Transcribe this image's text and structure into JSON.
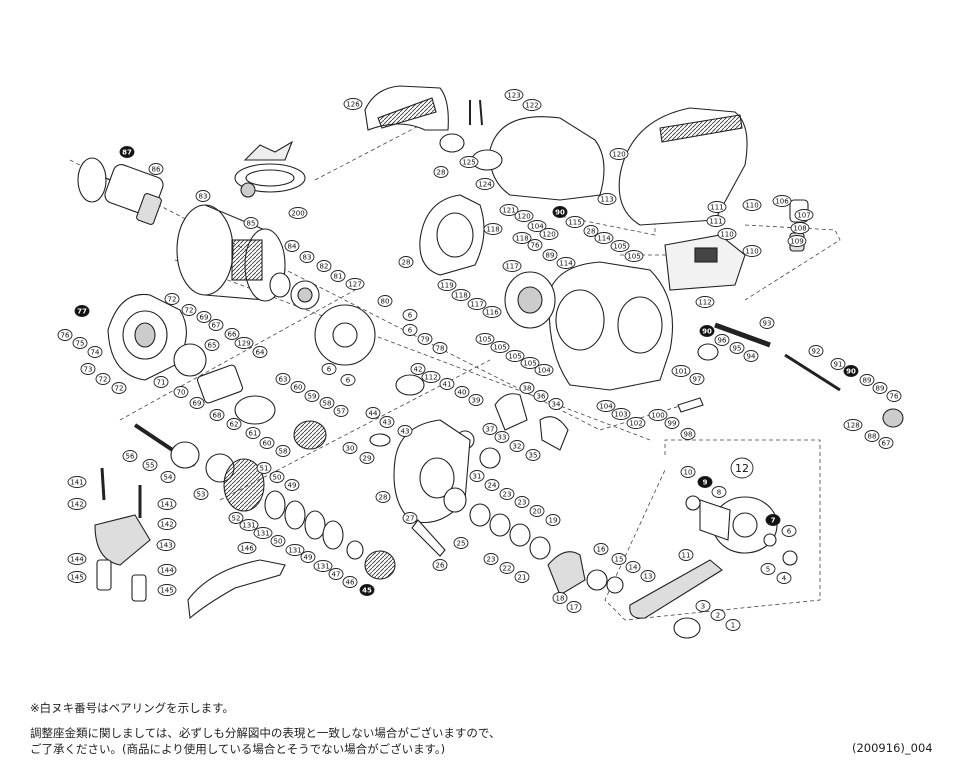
{
  "labels": [
    {
      "text": "87",
      "dark": true
    },
    {
      "text": "86"
    },
    {
      "text": "83"
    },
    {
      "text": "85"
    },
    {
      "text": "84"
    },
    {
      "text": "83"
    },
    {
      "text": "82"
    },
    {
      "text": "81"
    },
    {
      "text": "127"
    },
    {
      "text": "80"
    },
    {
      "text": "6"
    },
    {
      "text": "6"
    },
    {
      "text": "79"
    },
    {
      "text": "78"
    },
    {
      "text": "6"
    },
    {
      "text": "6"
    },
    {
      "text": "126"
    },
    {
      "text": "123"
    },
    {
      "text": "122"
    },
    {
      "text": "125"
    },
    {
      "text": "124"
    },
    {
      "text": "121"
    },
    {
      "text": "120"
    },
    {
      "text": "120"
    },
    {
      "text": "113"
    },
    {
      "text": "200"
    },
    {
      "text": "28"
    },
    {
      "text": "28"
    },
    {
      "text": "119"
    },
    {
      "text": "118"
    },
    {
      "text": "118"
    },
    {
      "text": "118"
    },
    {
      "text": "117"
    },
    {
      "text": "117"
    },
    {
      "text": "116"
    },
    {
      "text": "104"
    },
    {
      "text": "120"
    },
    {
      "text": "90",
      "dark": true
    },
    {
      "text": "115"
    },
    {
      "text": "28"
    },
    {
      "text": "114"
    },
    {
      "text": "105"
    },
    {
      "text": "105"
    },
    {
      "text": "76"
    },
    {
      "text": "89"
    },
    {
      "text": "114"
    },
    {
      "text": "111"
    },
    {
      "text": "111"
    },
    {
      "text": "110"
    },
    {
      "text": "110"
    },
    {
      "text": "110"
    },
    {
      "text": "106"
    },
    {
      "text": "107"
    },
    {
      "text": "108"
    },
    {
      "text": "109"
    },
    {
      "text": "112"
    },
    {
      "text": "77",
      "dark": true
    },
    {
      "text": "76"
    },
    {
      "text": "75"
    },
    {
      "text": "74"
    },
    {
      "text": "73"
    },
    {
      "text": "72"
    },
    {
      "text": "72"
    },
    {
      "text": "72"
    },
    {
      "text": "72"
    },
    {
      "text": "71"
    },
    {
      "text": "70"
    },
    {
      "text": "69"
    },
    {
      "text": "69"
    },
    {
      "text": "67"
    },
    {
      "text": "66"
    },
    {
      "text": "65"
    },
    {
      "text": "129"
    },
    {
      "text": "64"
    },
    {
      "text": "63"
    },
    {
      "text": "60"
    },
    {
      "text": "59"
    },
    {
      "text": "58"
    },
    {
      "text": "57"
    },
    {
      "text": "68"
    },
    {
      "text": "62"
    },
    {
      "text": "61"
    },
    {
      "text": "60"
    },
    {
      "text": "58"
    },
    {
      "text": "105"
    },
    {
      "text": "105"
    },
    {
      "text": "105"
    },
    {
      "text": "105"
    },
    {
      "text": "104"
    },
    {
      "text": "93"
    },
    {
      "text": "90",
      "dark": true
    },
    {
      "text": "96"
    },
    {
      "text": "95"
    },
    {
      "text": "94"
    },
    {
      "text": "92"
    },
    {
      "text": "91"
    },
    {
      "text": "90",
      "dark": true
    },
    {
      "text": "89"
    },
    {
      "text": "89"
    },
    {
      "text": "76"
    },
    {
      "text": "128"
    },
    {
      "text": "88"
    },
    {
      "text": "67"
    },
    {
      "text": "101"
    },
    {
      "text": "97"
    },
    {
      "text": "100"
    },
    {
      "text": "99"
    },
    {
      "text": "98"
    },
    {
      "text": "104"
    },
    {
      "text": "103"
    },
    {
      "text": "102"
    },
    {
      "text": "42"
    },
    {
      "text": "112"
    },
    {
      "text": "41"
    },
    {
      "text": "40"
    },
    {
      "text": "39"
    },
    {
      "text": "38"
    },
    {
      "text": "36"
    },
    {
      "text": "34"
    },
    {
      "text": "44"
    },
    {
      "text": "43"
    },
    {
      "text": "43"
    },
    {
      "text": "37"
    },
    {
      "text": "33"
    },
    {
      "text": "32"
    },
    {
      "text": "35"
    },
    {
      "text": "30"
    },
    {
      "text": "29"
    },
    {
      "text": "56"
    },
    {
      "text": "55"
    },
    {
      "text": "54"
    },
    {
      "text": "53"
    },
    {
      "text": "51"
    },
    {
      "text": "50"
    },
    {
      "text": "49"
    },
    {
      "text": "52"
    },
    {
      "text": "131"
    },
    {
      "text": "131"
    },
    {
      "text": "50"
    },
    {
      "text": "131"
    },
    {
      "text": "49"
    },
    {
      "text": "131"
    },
    {
      "text": "47"
    },
    {
      "text": "46"
    },
    {
      "text": "45",
      "dark": true
    },
    {
      "text": "141"
    },
    {
      "text": "142"
    },
    {
      "text": "141"
    },
    {
      "text": "142"
    },
    {
      "text": "143"
    },
    {
      "text": "144"
    },
    {
      "text": "145"
    },
    {
      "text": "144"
    },
    {
      "text": "145"
    },
    {
      "text": "146"
    },
    {
      "text": "31"
    },
    {
      "text": "28"
    },
    {
      "text": "24"
    },
    {
      "text": "23"
    },
    {
      "text": "23"
    },
    {
      "text": "27"
    },
    {
      "text": "20"
    },
    {
      "text": "19"
    },
    {
      "text": "25"
    },
    {
      "text": "26"
    },
    {
      "text": "23"
    },
    {
      "text": "22"
    },
    {
      "text": "21"
    },
    {
      "text": "16"
    },
    {
      "text": "15"
    },
    {
      "text": "14"
    },
    {
      "text": "13"
    },
    {
      "text": "18"
    },
    {
      "text": "17"
    },
    {
      "text": "12",
      "big": true
    },
    {
      "text": "10"
    },
    {
      "text": "9",
      "dark": true
    },
    {
      "text": "8"
    },
    {
      "text": "7",
      "dark": true
    },
    {
      "text": "6"
    },
    {
      "text": "5"
    },
    {
      "text": "4"
    },
    {
      "text": "11"
    },
    {
      "text": "3"
    },
    {
      "text": "2"
    },
    {
      "text": "1"
    }
  ],
  "footer": {
    "note1": "※白ヌキ番号はベアリングを示します。",
    "note2": "調整座金類に関しましては、必ずしも分解図中の表現と一致しない場合がございますので、",
    "note3": "ご了承ください。(商品により使用している場合とそうでない場合がございます。)",
    "doc_id": "(200916)_004"
  }
}
